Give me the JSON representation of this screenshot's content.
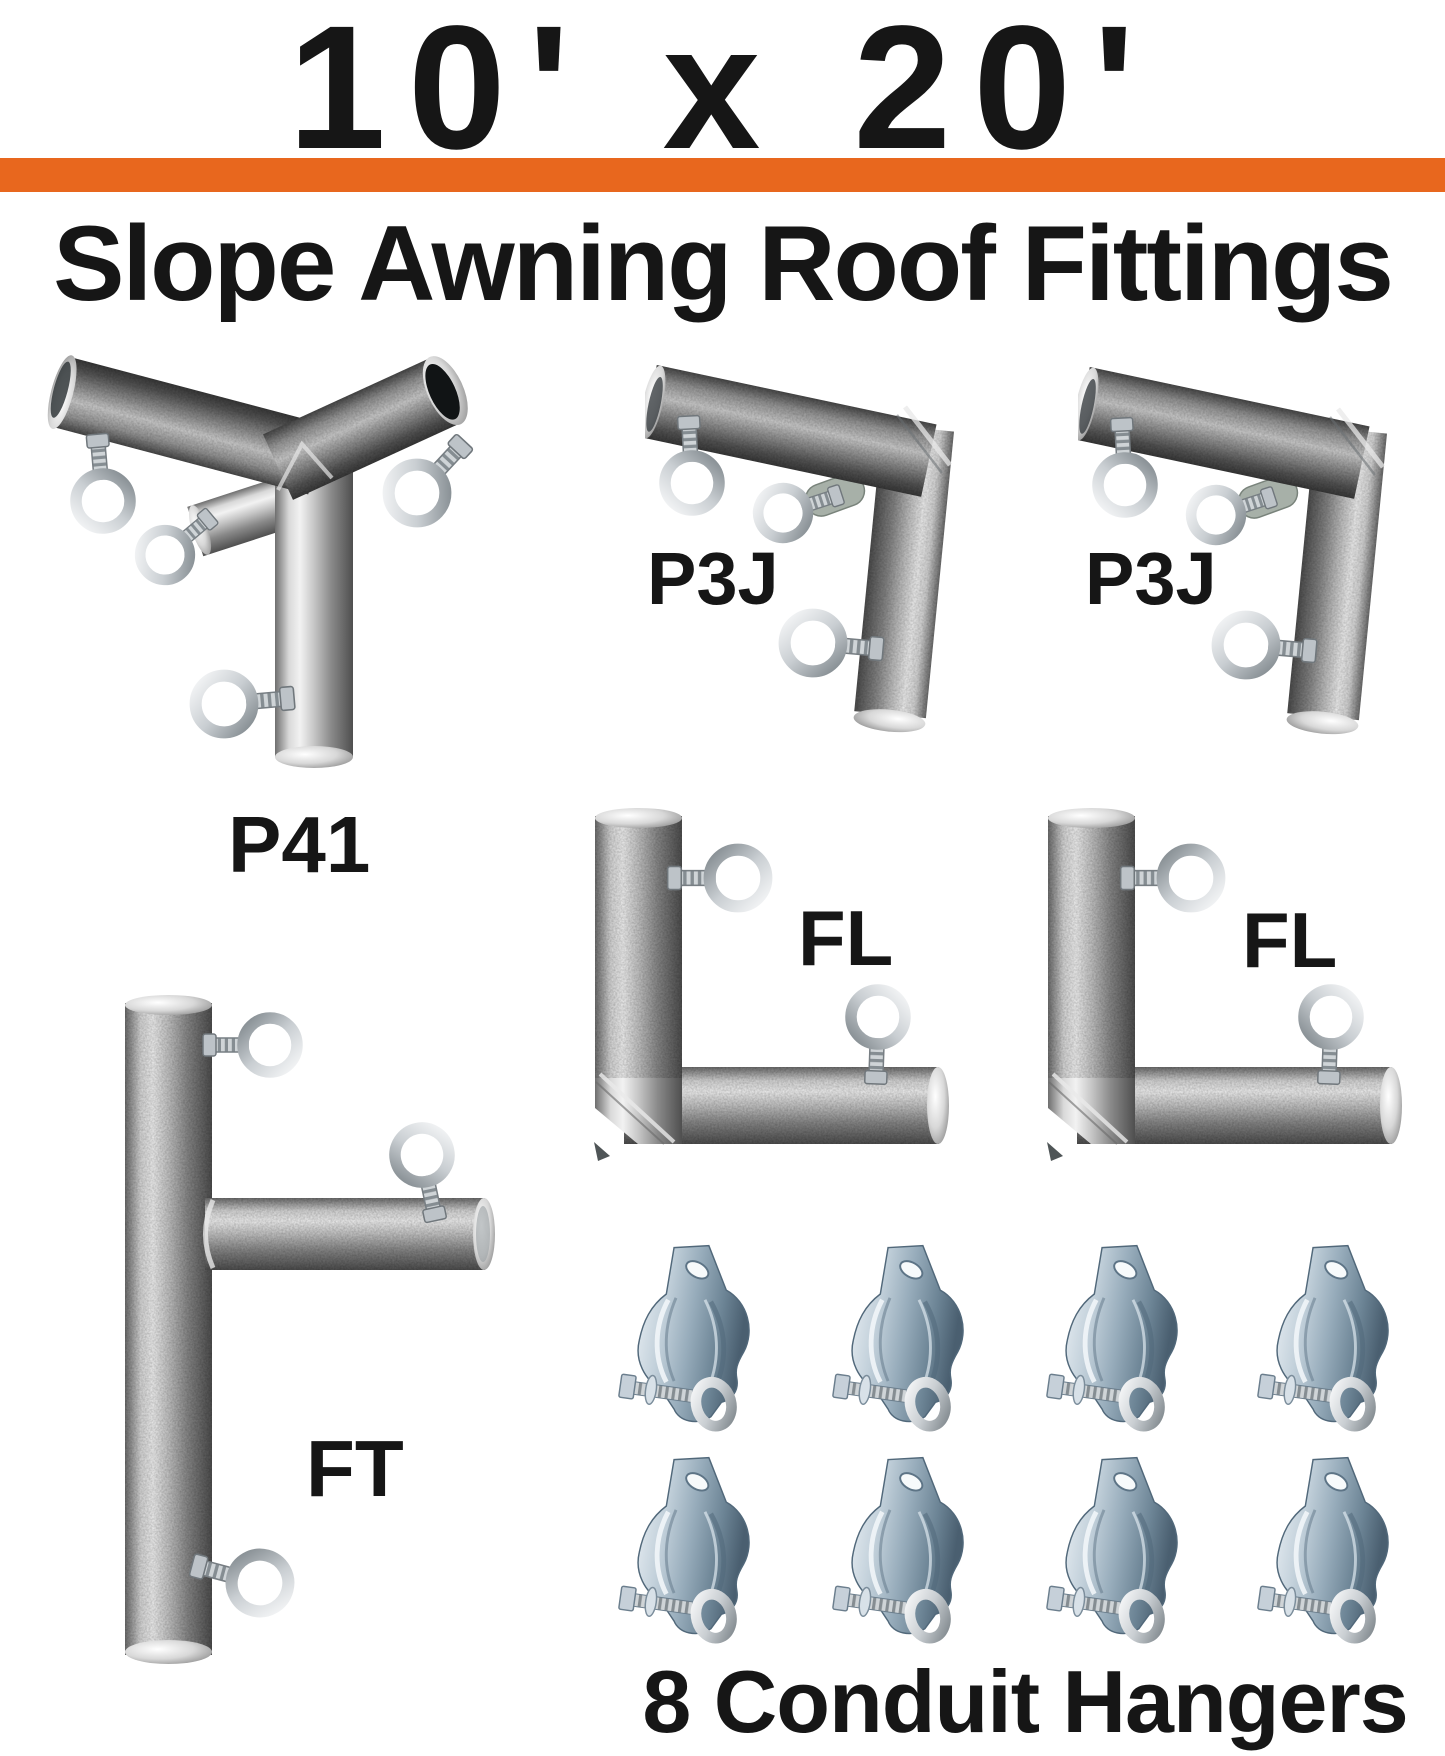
{
  "header": {
    "size_title": "10' x 20'",
    "subtitle": "Slope Awning Roof Fittings",
    "accent_color": "#E8671E"
  },
  "parts": {
    "p41_label": "P41",
    "p3j_left_label": "P3J",
    "p3j_right_label": "P3J",
    "fl_left_label": "FL",
    "fl_right_label": "FL",
    "ft_label": "FT"
  },
  "hangers": {
    "count": 8,
    "caption": "8 Conduit Hangers"
  }
}
